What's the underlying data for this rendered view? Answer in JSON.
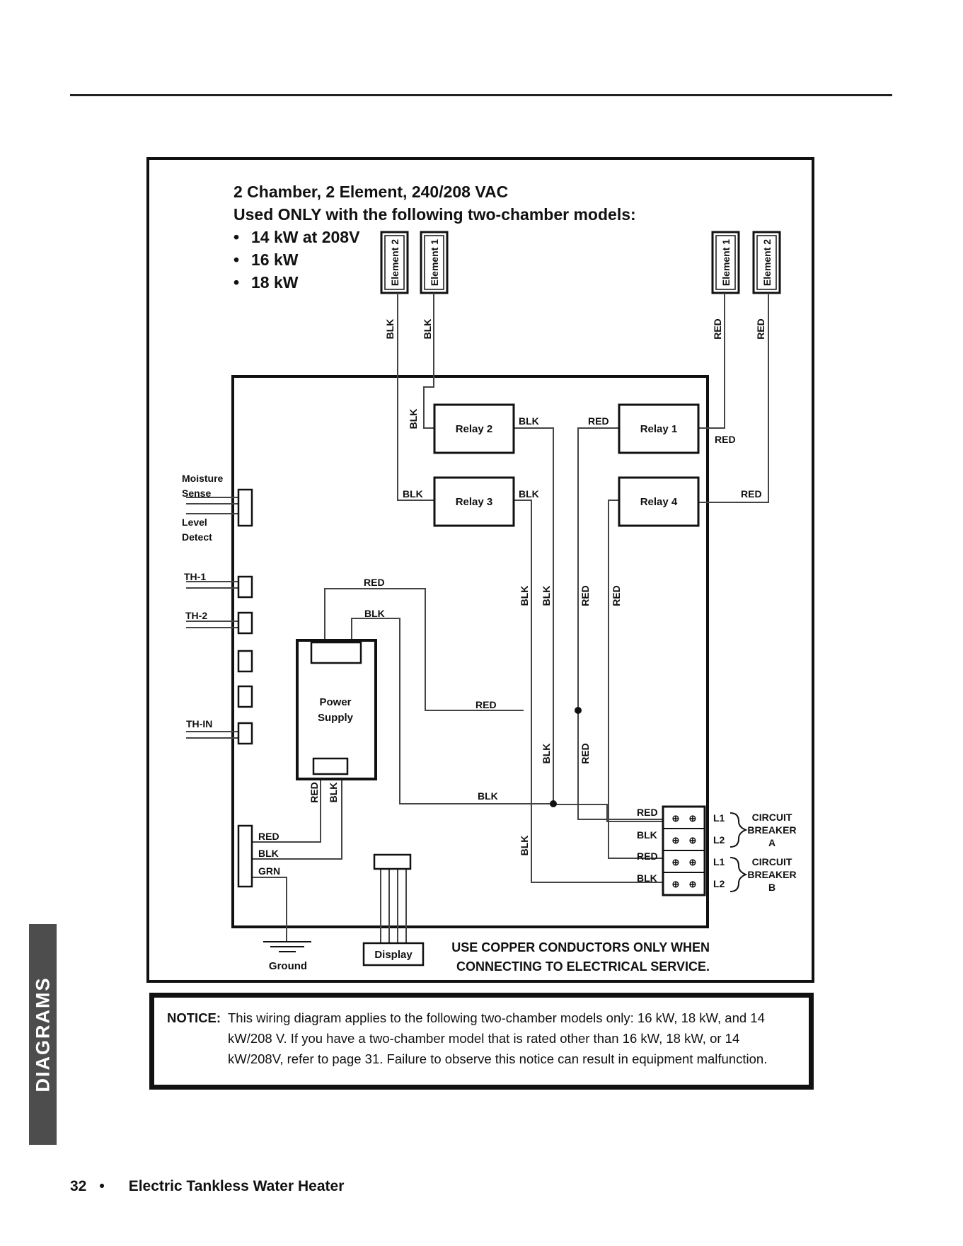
{
  "header": {
    "section_tab": "DIAGRAMS"
  },
  "diagram": {
    "title": "2 Chamber, 2 Element, 240/208 VAC",
    "subtitle": "Used ONLY with the following two-chamber models:",
    "models": [
      "14 kW at 208V",
      "16 kW",
      "18 kW"
    ],
    "elements": [
      "Element 2",
      "Element 1",
      "Element 1",
      "Element 2"
    ],
    "relays": [
      "Relay 2",
      "Relay 3",
      "Relay 1",
      "Relay 4"
    ],
    "wire_labels": {
      "blk": "BLK",
      "red": "RED",
      "grn": "GRN"
    },
    "connectors": [
      "Moisture",
      "Sense",
      "Level",
      "Detect",
      "TH-1",
      "TH-2",
      "TH-IN"
    ],
    "power_supply": [
      "Power",
      "Supply"
    ],
    "terminal_lines": [
      "L1",
      "L2",
      "L1",
      "L2"
    ],
    "breaker_a": [
      "CIRCUIT",
      "BREAKER",
      "A"
    ],
    "breaker_b": [
      "CIRCUIT",
      "BREAKER",
      "B"
    ],
    "ground": "Ground",
    "display": "Display",
    "copper_note": [
      "USE COPPER CONDUCTORS ONLY WHEN",
      "CONNECTING TO ELECTRICAL SERVICE."
    ]
  },
  "notice": {
    "label": "NOTICE:",
    "text": "This wiring diagram applies to the following two-chamber models only: 16 kW, 18 kW, and 14 kW/208 V.  If you have a two-chamber model that is rated other than 16 kW, 18 kW, or 14 kW/208V, refer to page 31.  Failure to observe this notice can result in equipment malfunction."
  },
  "footer": {
    "page_number": "32",
    "bullet": "•",
    "title": "Electric Tankless Water Heater"
  }
}
